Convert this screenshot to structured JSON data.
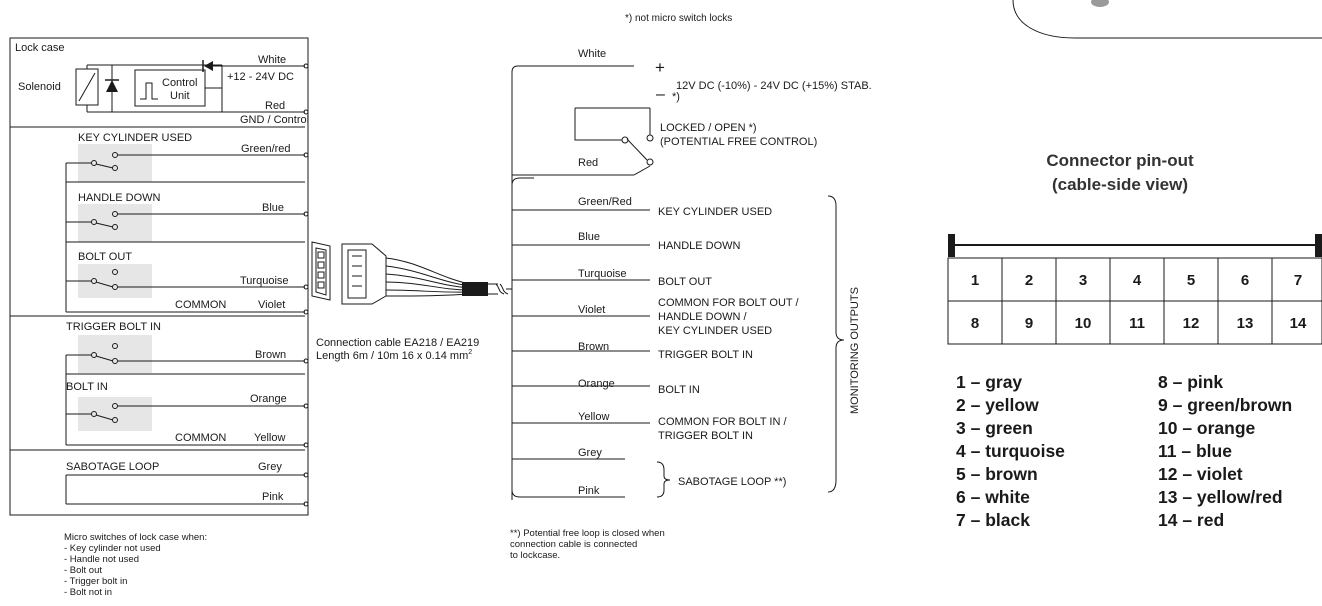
{
  "top_note": "*) not micro switch locks",
  "lockcase": {
    "title": "Lock case",
    "solenoid": "Solenoid",
    "control_unit_line1": "Control",
    "control_unit_line2": "Unit",
    "voltage_label": "+12 - 24V DC",
    "gnd_label": "GND / Control",
    "key_cylinder_label": "KEY CYLINDER USED",
    "handle_down_label": "HANDLE DOWN",
    "bolt_out_label": "BOLT OUT",
    "common_label_1": "COMMON",
    "trigger_bolt_in_label": "TRIGGER BOLT IN",
    "bolt_in_label": "BOLT IN",
    "common_label_2": "COMMON",
    "sabotage_loop_label": "SABOTAGE LOOP"
  },
  "lock_wires": [
    "White",
    "Red",
    "Green/red",
    "Blue",
    "Turquoise",
    "Violet",
    "Brown",
    "Orange",
    "Yellow",
    "Grey",
    "Pink"
  ],
  "cable": {
    "line1": "Connection cable EA218 / EA219",
    "line2": "Length 6m / 10m 16 x 0.14 mm",
    "sup": "2"
  },
  "micro_switch_notes": [
    "Micro switches of lock case when:",
    "- Key cylinder not used",
    "- Handle not used",
    "- Bolt out",
    "- Trigger bolt in",
    "- Bolt not in"
  ],
  "right_wires": [
    "White",
    "Red",
    "Green/Red",
    "Blue",
    "Turquoise",
    "Violet",
    "Brown",
    "Orange",
    "Yellow",
    "Grey",
    "Pink"
  ],
  "power": {
    "plus": "+",
    "minus": "–",
    "minus_note": "*)",
    "supply": "12V DC (-10%) - 24V DC (+15%) STAB.",
    "locked_open": "LOCKED / OPEN  *)",
    "potential_free": "(POTENTIAL FREE CONTROL)"
  },
  "outputs": {
    "key_cylinder": "KEY CYLINDER USED",
    "handle_down": "HANDLE DOWN",
    "bolt_out": "BOLT OUT",
    "common_out_1": "COMMON FOR BOLT OUT /",
    "common_out_2": "HANDLE DOWN /",
    "common_out_3": "KEY CYLINDER USED",
    "trigger_bolt_in": "TRIGGER BOLT IN",
    "bolt_in": "BOLT IN",
    "common_in_1": "COMMON FOR BOLT IN /",
    "common_in_2": "TRIGGER BOLT IN",
    "sabotage": "SABOTAGE LOOP **)",
    "monitoring": "MONITORING OUTPUTS"
  },
  "loop_notes": [
    "**) Potential free loop is closed when",
    "connection cable is connected",
    "to  lockcase."
  ],
  "pinout": {
    "title1": "Connector pin-out",
    "title2": "(cable-side view)",
    "row1": [
      "1",
      "2",
      "3",
      "4",
      "5",
      "6",
      "7"
    ],
    "row2": [
      "8",
      "9",
      "10",
      "11",
      "12",
      "13",
      "14"
    ],
    "colors_left": [
      "1 – gray",
      "2 – yellow",
      "3 – green",
      "4 – turquoise",
      "5 – brown",
      "6 – white",
      "7 – black"
    ],
    "colors_right": [
      "8 – pink",
      "9 – green/brown",
      "10 – orange",
      "11 – blue",
      "12 – violet",
      "13 – yellow/red",
      "14 – red"
    ]
  }
}
